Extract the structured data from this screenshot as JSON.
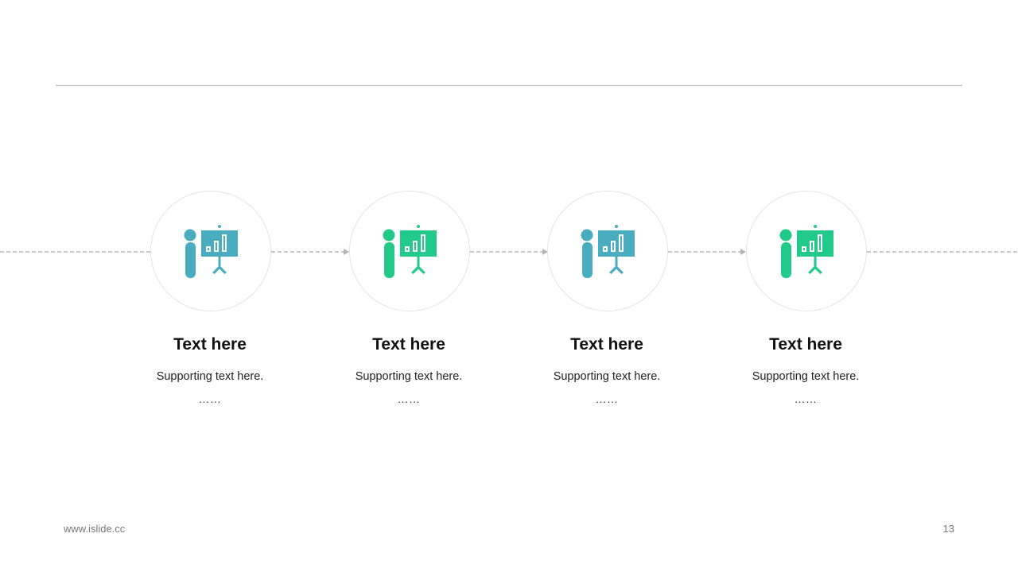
{
  "steps": [
    {
      "title": "Text here",
      "subtitle": "Supporting text here.",
      "ellipsis": "……",
      "color": "#4aacbf",
      "icon": "presentation-icon"
    },
    {
      "title": "Text here",
      "subtitle": "Supporting text here.",
      "ellipsis": "……",
      "color": "#21c98b",
      "icon": "presentation-icon"
    },
    {
      "title": "Text here",
      "subtitle": "Supporting text here.",
      "ellipsis": "……",
      "color": "#4aacbf",
      "icon": "presentation-icon"
    },
    {
      "title": "Text here",
      "subtitle": "Supporting text here.",
      "ellipsis": "……",
      "color": "#21c98b",
      "icon": "presentation-icon"
    }
  ],
  "footer": {
    "url": "www.islide.cc",
    "page_number": "13"
  },
  "colors": {
    "connector": "#b5b5b5",
    "rule": "#b8b8b8"
  }
}
